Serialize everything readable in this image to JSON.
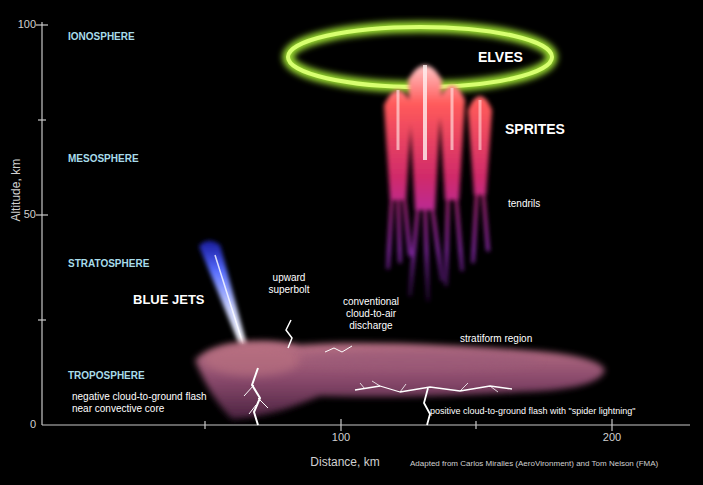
{
  "diagram": {
    "labels": [
      "100",
      "IONOSPHERE",
      "MESOSPHERE",
      "50",
      "STRATOSPHERE",
      "TROPOSPHERE",
      "0",
      "Altitude, km",
      "ELVES",
      "SPRITES",
      "tendrils",
      "BLUE JETS",
      "upward superbolt",
      "conventional cloud-to-air discharge",
      "stratiform region",
      "negative cloud-to-ground flash near convective core",
      "positive cloud-to-ground flash with \"spider lightning\"",
      "100",
      "200",
      "Distance, km",
      "Adapted from Carlos Miralles (AeroVironment) and Tom Nelson (FMA)"
    ]
  }
}
